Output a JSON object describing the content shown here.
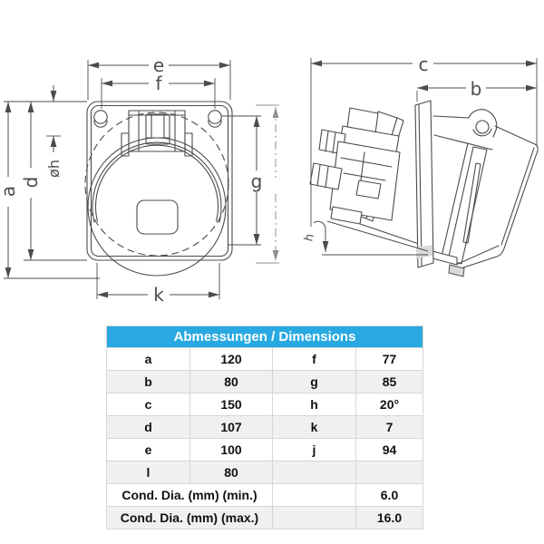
{
  "drawing": {
    "stroke_color": "#4c4c4c",
    "front_view": {
      "dim_e": "e",
      "dim_f": "f",
      "dim_dia_h": "øh",
      "dim_a": "a",
      "dim_d": "d",
      "dim_g": "g",
      "dim_k": "k"
    },
    "side_view": {
      "dim_c": "c",
      "dim_b": "b",
      "dim_angle_h": "h"
    }
  },
  "table": {
    "header": "Abmessungen / Dimensions",
    "colors": {
      "header_bg": "#29a9e1",
      "header_text": "#ffffff",
      "row_alt_bg": "#f0f0f0",
      "border": "#d6d6d6"
    },
    "rows": [
      [
        "a",
        "120",
        "f",
        "77"
      ],
      [
        "b",
        "80",
        "g",
        "85"
      ],
      [
        "c",
        "150",
        "h",
        "20°"
      ],
      [
        "d",
        "107",
        "k",
        "7"
      ],
      [
        "e",
        "100",
        "j",
        "94"
      ],
      [
        "l",
        "80",
        "",
        ""
      ]
    ],
    "span_rows": [
      {
        "label": "Cond. Dia. (mm) (min.)",
        "value": "6.0"
      },
      {
        "label": "Cond. Dia. (mm) (max.)",
        "value": "16.0"
      }
    ]
  }
}
